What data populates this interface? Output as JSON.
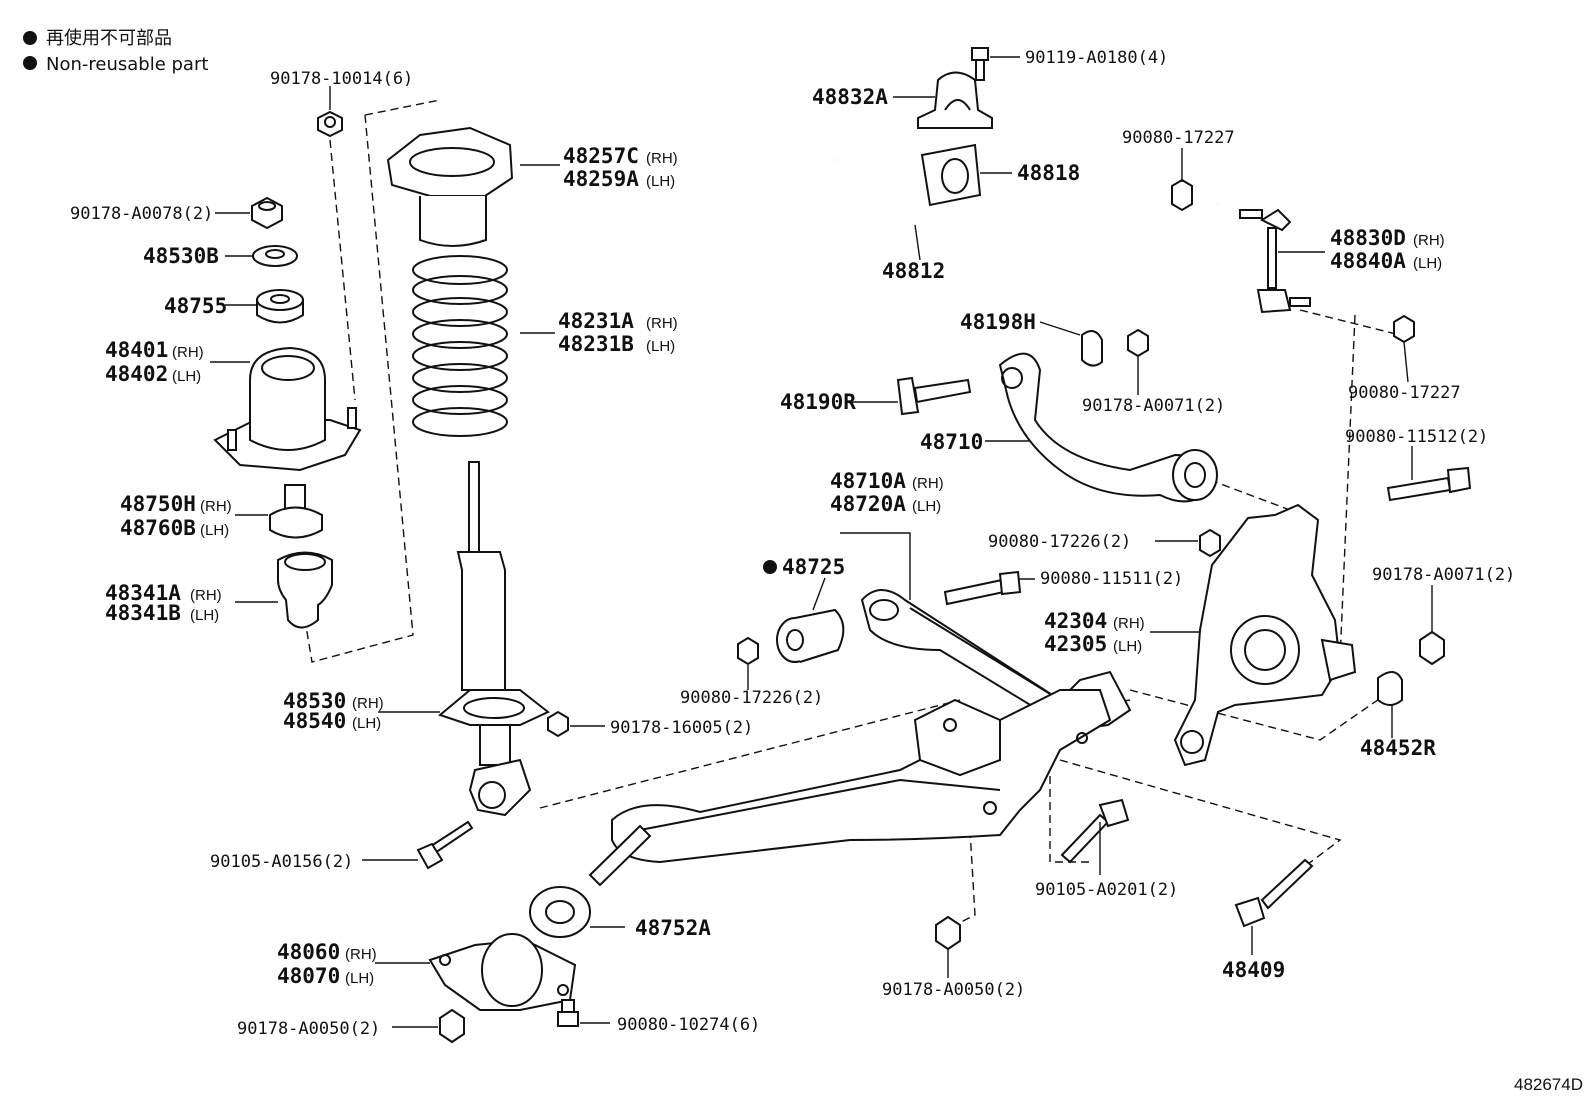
{
  "legend": {
    "line1": "再使用不可部品",
    "line2": "Non-reusable part"
  },
  "figure_number": "482674D",
  "side_labels": {
    "rh": "(RH)",
    "lh": "(LH)"
  },
  "parts": {
    "p90178_10014": "90178-10014(6)",
    "p90178_A0078": "90178-A0078(2)",
    "p48530B": "48530B",
    "p48755": "48755",
    "p48401": "48401",
    "p48402": "48402",
    "p48750H": "48750H",
    "p48760B": "48760B",
    "p48341A": "48341A",
    "p48341B": "48341B",
    "p48257C": "48257C",
    "p48259A": "48259A",
    "p48231A": "48231A",
    "p48231B": "48231B",
    "p48530": "48530",
    "p48540": "48540",
    "p90178_16005": "90178-16005(2)",
    "p90105_A0156": "90105-A0156(2)",
    "p48060": "48060",
    "p48070": "48070",
    "p90178_A0050_a": "90178-A0050(2)",
    "p90080_10274": "90080-10274(6)",
    "p48752A": "48752A",
    "p48725": "48725",
    "p90080_17226_a": "90080-17226(2)",
    "p48710A": "48710A",
    "p48720A": "48720A",
    "p90119_A0180": "90119-A0180(4)",
    "p48832A": "48832A",
    "p48818": "48818",
    "p48812": "48812",
    "p90080_17227_a": "90080-17227",
    "p48830D": "48830D",
    "p48840A": "48840A",
    "p48198H": "48198H",
    "p90178_A0071_a": "90178-A0071(2)",
    "p48190R": "48190R",
    "p48710": "48710",
    "p90080_17227_b": "90080-17227",
    "p90080_11512": "90080-11512(2)",
    "p90080_17226_b": "90080-17226(2)",
    "p90080_11511": "90080-11511(2)",
    "p42304": "42304",
    "p42305": "42305",
    "p90178_A0071_b": "90178-A0071(2)",
    "p48452R": "48452R",
    "p90105_A0201": "90105-A0201(2)",
    "p48409": "48409",
    "p90178_A0050_b": "90178-A0050(2)"
  }
}
